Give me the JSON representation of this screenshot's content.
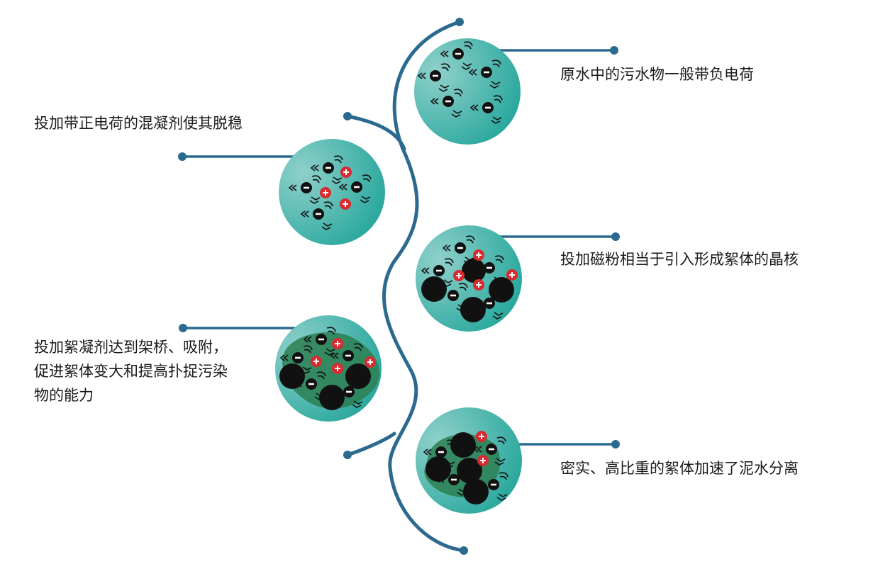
{
  "colors": {
    "stem": "#2b6a8e",
    "disc_light": "#8fd0cb",
    "disc_dark": "#27a79c",
    "floc": "#2c7f52",
    "particle": "#111111",
    "positive": "#d92a2f"
  },
  "steps": [
    {
      "id": "raw-water",
      "lines": [
        "原水中的污水物一般带负电荷"
      ]
    },
    {
      "id": "coagulant",
      "lines": [
        "投加带正电荷的混凝剂使其脱稳"
      ]
    },
    {
      "id": "magnetic-powder",
      "lines": [
        "投加磁粉相当于引入形成絮体的晶核"
      ]
    },
    {
      "id": "flocculant",
      "lines": [
        "投加絮凝剂达到架桥、吸附，",
        "促进絮体变大和提高扑捉污染",
        "物的能力"
      ]
    },
    {
      "id": "separation",
      "lines": [
        "密实、高比重的絮体加速了泥水分离"
      ]
    }
  ]
}
